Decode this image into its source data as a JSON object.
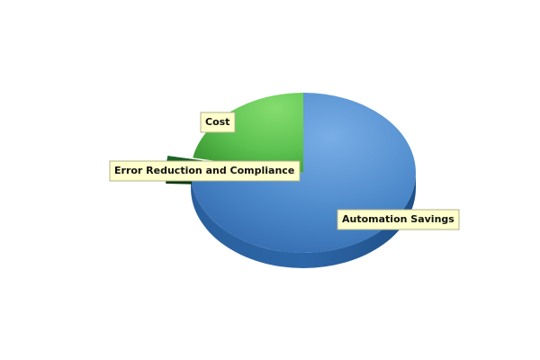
{
  "chart_data": {
    "type": "pie",
    "style": "3d-exploded",
    "title": "",
    "slices": [
      {
        "label": "Automation Savings",
        "value": 75.5,
        "color": "#3d7cc0"
      },
      {
        "label": "Error Reduction and Compliance",
        "value": 2.5,
        "color": "#145a1e"
      },
      {
        "label": "Cost",
        "value": 22.0,
        "color": "#4cbb45"
      }
    ],
    "legend": "none",
    "labels": "callouts"
  }
}
